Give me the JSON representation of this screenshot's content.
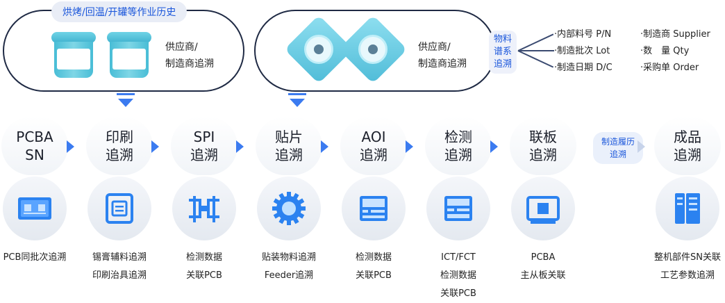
{
  "top": {
    "left_tag": "烘烤/回温/开罐等作业历史",
    "left_supplier": "供应商/\n制造商追溯",
    "right_supplier": "供应商/\n制造商追溯"
  },
  "pedigree": {
    "label": "物料\n谱系\n追溯",
    "items_left": [
      "·内部料号 P/N",
      "·制造批次 Lot",
      "·制造日期 D/C"
    ],
    "items_right": [
      "·制造商 Supplier",
      "·数　量 Qty",
      "·采购单 Order"
    ]
  },
  "steps": [
    {
      "title": "PCBA\nSN",
      "caption": "PCB同批次追溯",
      "icon": "pcb-board-icon"
    },
    {
      "title": "印刷\n追溯",
      "caption": "锡膏辅料追溯\n印刷治具追溯",
      "icon": "printer-icon"
    },
    {
      "title": "SPI\n追溯",
      "caption": "检测数据\n关联PCB",
      "icon": "spi-pattern-icon"
    },
    {
      "title": "贴片\n追溯",
      "caption": "贴装物料追溯\nFeeder追溯",
      "icon": "gear-icon"
    },
    {
      "title": "AOI\n追溯",
      "caption": "检测数据\n关联PCB",
      "icon": "aoi-machine-icon"
    },
    {
      "title": "检测\n追溯",
      "caption": "ICT/FCT\n检测数据\n关联PCB",
      "icon": "test-machine-icon"
    },
    {
      "title": "联板\n追溯",
      "caption": "PCBA\n主从板关联",
      "icon": "panel-board-icon"
    },
    {
      "title": "成品\n追溯",
      "caption": "整机部件SN关联\n工艺参数追溯",
      "icon": "server-rack-icon"
    }
  ],
  "process_tag": "制造履历\n追溯",
  "colors": {
    "accent": "#3b7bf0",
    "dark": "#1f2a44",
    "teal": "#4fbcd8"
  }
}
